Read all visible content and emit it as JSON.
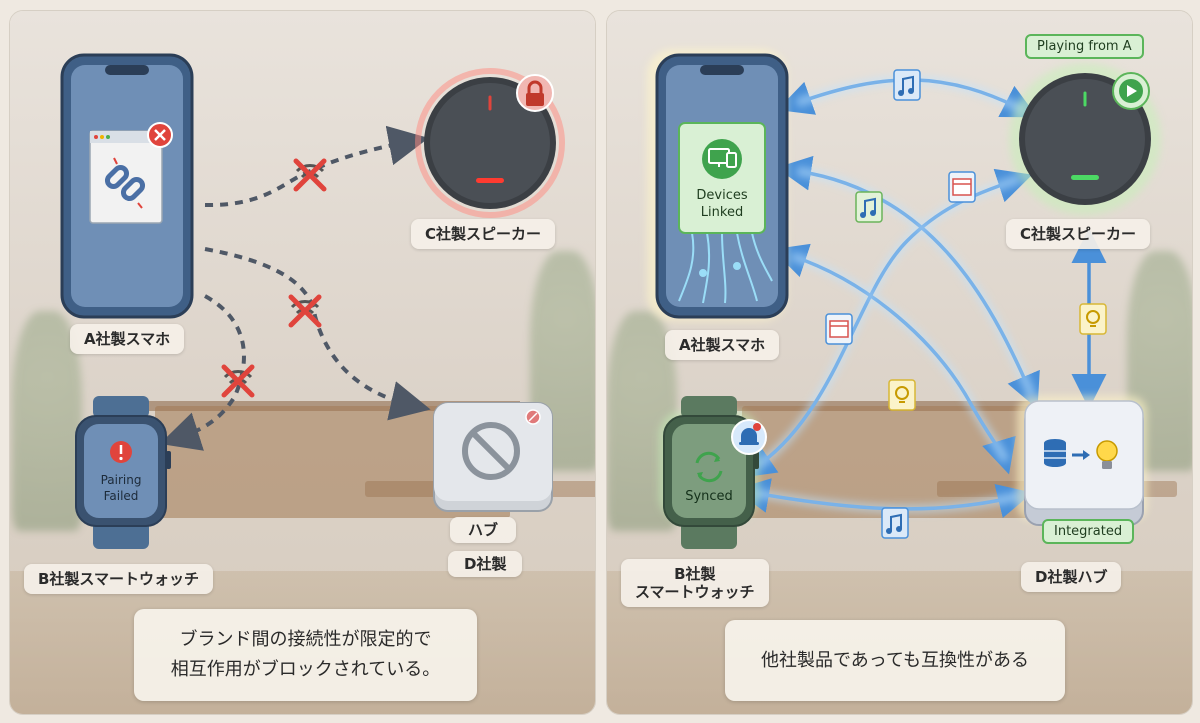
{
  "left": {
    "labels": {
      "phone": "A社製スマホ",
      "speaker": "C社製スピーカー",
      "watch": "B社製スマートウォッチ",
      "hub_line1": "ハブ",
      "hub_line2": "D社製"
    },
    "watch_screen": {
      "line1": "Pairing",
      "line2": "Failed"
    },
    "caption": {
      "line1": "ブランド間の接続性が限定的で",
      "line2": "相互作用がブロックされている。"
    }
  },
  "right": {
    "labels": {
      "phone": "A社製スマホ",
      "speaker": "C社製スピーカー",
      "watch_line1": "B社製",
      "watch_line2": "スマートウォッチ",
      "hub": "D社製ハブ"
    },
    "phone_screen": {
      "line1": "Devices",
      "line2": "Linked"
    },
    "watch_screen": "Synced",
    "speaker_badge": "Playing from A",
    "hub_badge": "Integrated",
    "caption": "他社製品であっても互換性がある"
  },
  "colors": {
    "error_red": "#e0443c",
    "success_green": "#4caf50",
    "link_blue": "#4a90d9",
    "dash_gray": "#4f5866",
    "device_blue": "#4d6f94"
  }
}
